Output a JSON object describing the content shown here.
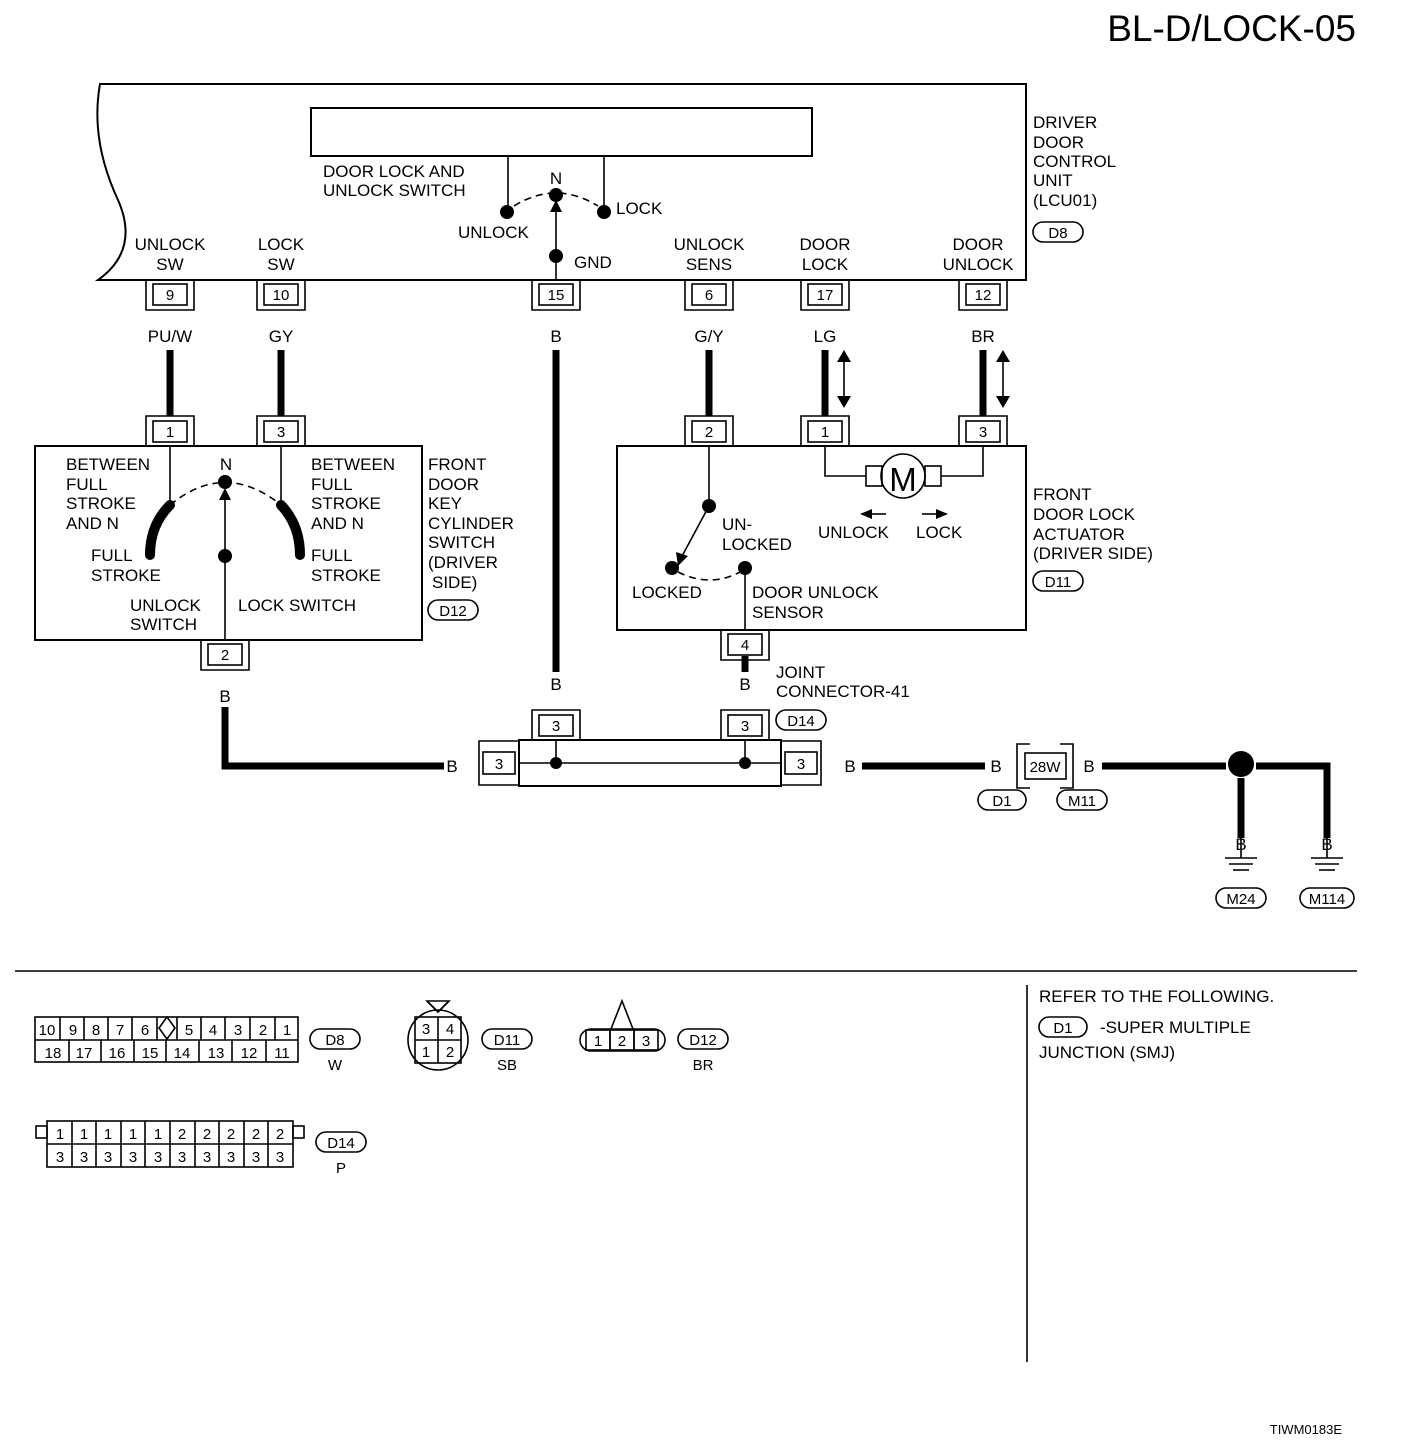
{
  "page": {
    "id": "BL-D/LOCK-05",
    "figure_code": "TIWM0183E"
  },
  "units": {
    "driver_unit": {
      "name": [
        "DRIVER",
        "DOOR",
        "CONTROL",
        "UNIT",
        "(LCU01)"
      ],
      "connector": "D8"
    },
    "key_switch": {
      "name": [
        "FRONT",
        "DOOR",
        "KEY",
        "CYLINDER",
        "SWITCH",
        "(DRIVER",
        "SIDE)"
      ],
      "connector": "D12"
    },
    "actuator": {
      "name": [
        "FRONT",
        "DOOR LOCK",
        "ACTUATOR",
        "(DRIVER SIDE)"
      ],
      "connector": "D11"
    },
    "joint_connector": {
      "name": [
        "JOINT",
        "CONNECTOR-41"
      ],
      "connector": "D14"
    }
  },
  "lock_switch": {
    "title": [
      "DOOR LOCK AND",
      "UNLOCK SWITCH"
    ],
    "neutral": "N",
    "unlock": "UNLOCK",
    "lock": "LOCK",
    "gnd": "GND"
  },
  "terminals": {
    "unlock_sw": {
      "label": [
        "UNLOCK",
        "SW"
      ],
      "pin": "9",
      "wire": "PU/W"
    },
    "lock_sw": {
      "label": [
        "LOCK",
        "SW"
      ],
      "pin": "10",
      "wire": "GY"
    },
    "gnd": {
      "pin": "15",
      "wire": "B"
    },
    "unlock_sens": {
      "label": [
        "UNLOCK",
        "SENS"
      ],
      "pin": "6",
      "wire": "G/Y"
    },
    "door_lock": {
      "label": [
        "DOOR",
        "LOCK"
      ],
      "pin": "17",
      "wire": "LG"
    },
    "door_unlock": {
      "label": [
        "DOOR",
        "UNLOCK"
      ],
      "pin": "12",
      "wire": "BR"
    }
  },
  "key_switch_detail": {
    "pin_unlock": "1",
    "pin_lock": "3",
    "pin_common": "2",
    "between_left": [
      "BETWEEN",
      "FULL",
      "STROKE",
      "AND N"
    ],
    "between_right": [
      "BETWEEN",
      "FULL",
      "STROKE",
      "AND N"
    ],
    "neutral": "N",
    "full_left": [
      "FULL",
      "STROKE"
    ],
    "full_right": [
      "FULL",
      "STROKE"
    ],
    "unlock_switch": [
      "UNLOCK",
      "SWITCH"
    ],
    "lock_switch": "LOCK SWITCH"
  },
  "actuator_detail": {
    "pin_sensor": "2",
    "pin_motor_a": "1",
    "pin_motor_b": "3",
    "pin_sensor_gnd": "4",
    "motor": "M",
    "unlock": "UNLOCK",
    "lock": "LOCK",
    "unlocked": [
      "UN-",
      "LOCKED"
    ],
    "locked": "LOCKED",
    "sensor": [
      "DOOR UNLOCK",
      "SENSOR"
    ]
  },
  "ground_net": {
    "wire_color": "B",
    "joint_pins": [
      "3",
      "3",
      "3",
      "3"
    ],
    "smj_pin": "28W",
    "smj_left": "D1",
    "smj_right": "M11",
    "grounds": [
      "M24",
      "M114"
    ]
  },
  "connector_legend": {
    "d8": {
      "code": "D8",
      "color": "W",
      "top_row": [
        "10",
        "9",
        "8",
        "7",
        "6",
        "5",
        "4",
        "3",
        "2",
        "1"
      ],
      "bottom_row": [
        "18",
        "17",
        "16",
        "15",
        "14",
        "13",
        "12",
        "11"
      ]
    },
    "d11": {
      "code": "D11",
      "color": "SB",
      "pins": [
        "3",
        "4",
        "1",
        "2"
      ]
    },
    "d12": {
      "code": "D12",
      "color": "BR",
      "pins": [
        "1",
        "2",
        "3"
      ]
    },
    "d14": {
      "code": "D14",
      "color": "P",
      "top_row": [
        "1",
        "1",
        "1",
        "1",
        "1",
        "2",
        "2",
        "2",
        "2",
        "2"
      ],
      "bottom_row": [
        "3",
        "3",
        "3",
        "3",
        "3",
        "3",
        "3",
        "3",
        "3",
        "3"
      ]
    }
  },
  "refer": {
    "heading": "REFER TO THE FOLLOWING.",
    "code": "D1",
    "text": [
      "-SUPER MULTIPLE",
      "JUNCTION (SMJ)"
    ]
  }
}
